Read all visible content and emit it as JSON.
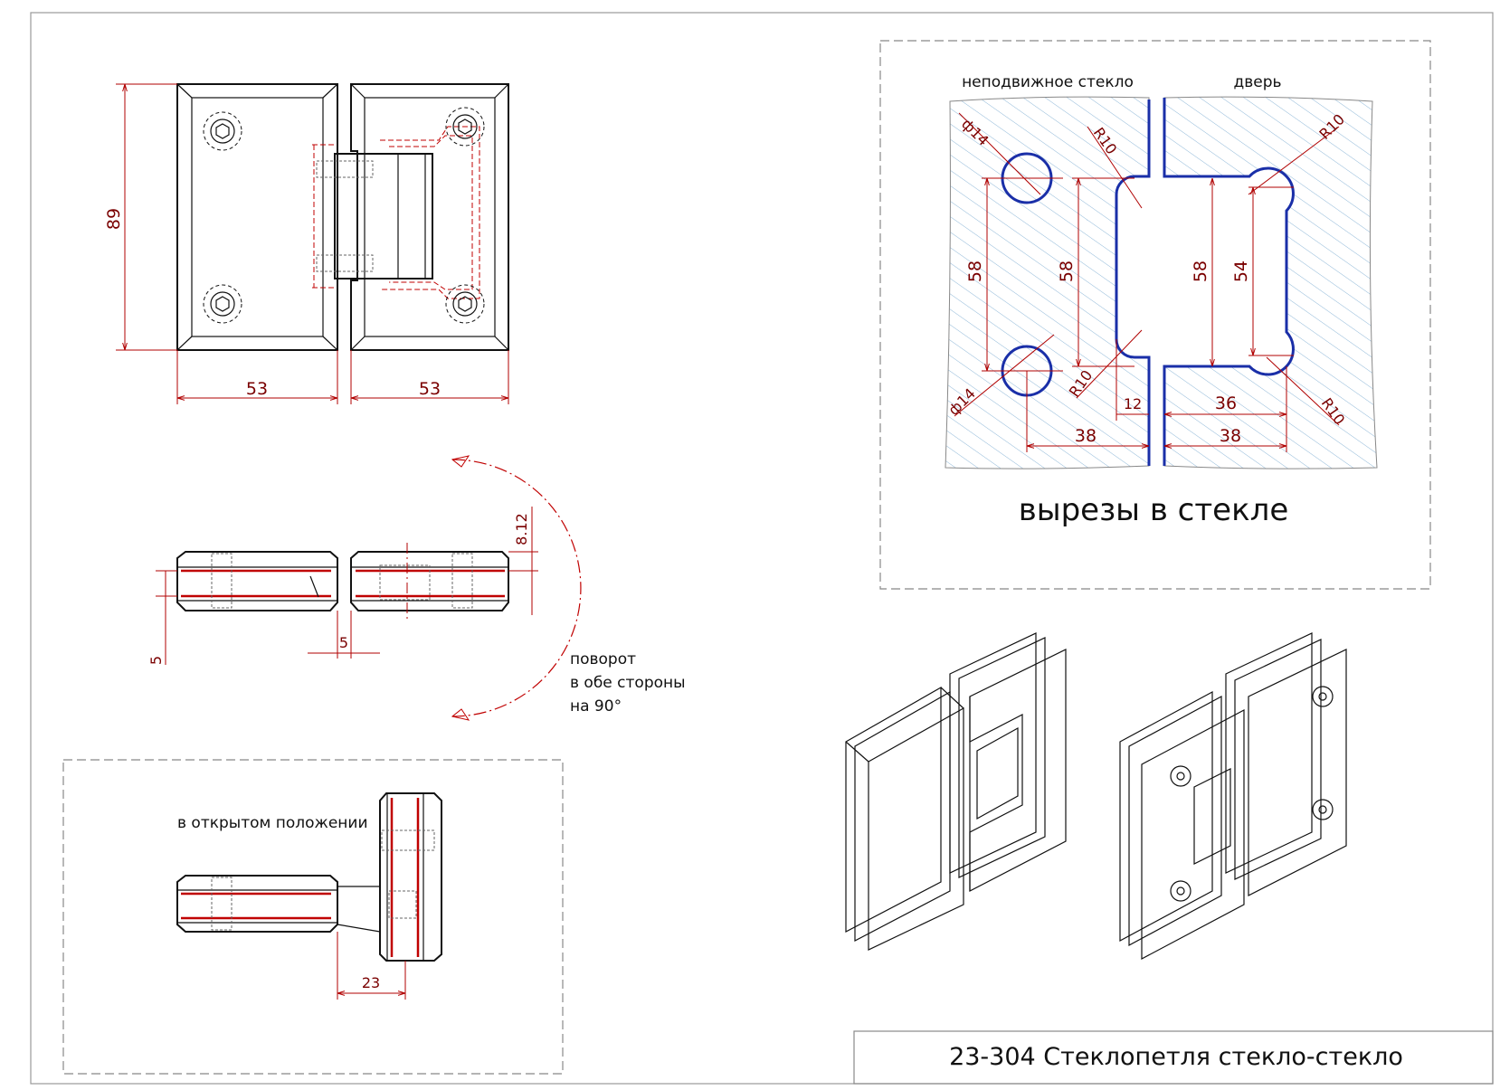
{
  "title_block": {
    "title": "23-304 Стеклопетля стекло-стекло"
  },
  "front_view": {
    "dim_height": "89",
    "dim_width_left": "53",
    "dim_width_right": "53"
  },
  "top_view": {
    "dim_offset": "8.12",
    "dim_thickness": "5",
    "dim_gap": "5"
  },
  "rotation_note": {
    "line1": "поворот",
    "line2": "в обе стороны",
    "line3": "на 90°"
  },
  "open_view": {
    "label": "в открытом положении",
    "dim_offset": "23"
  },
  "cutouts": {
    "label_fixed": "неподвижное стекло",
    "label_door": "дверь",
    "caption": "вырезы в стекле",
    "dim_hole_top": "ф14",
    "dim_hole_bottom": "ф14",
    "dim_r_left_top": "R10",
    "dim_r_left_bottom": "R10",
    "dim_r_right_top": "R10",
    "dim_r_right_bottom": "R10",
    "dim_58_holes": "58",
    "dim_58_left": "58",
    "dim_58_right": "58",
    "dim_54": "54",
    "dim_12": "12",
    "dim_36": "36",
    "dim_38_left": "38",
    "dim_38_right": "38"
  }
}
